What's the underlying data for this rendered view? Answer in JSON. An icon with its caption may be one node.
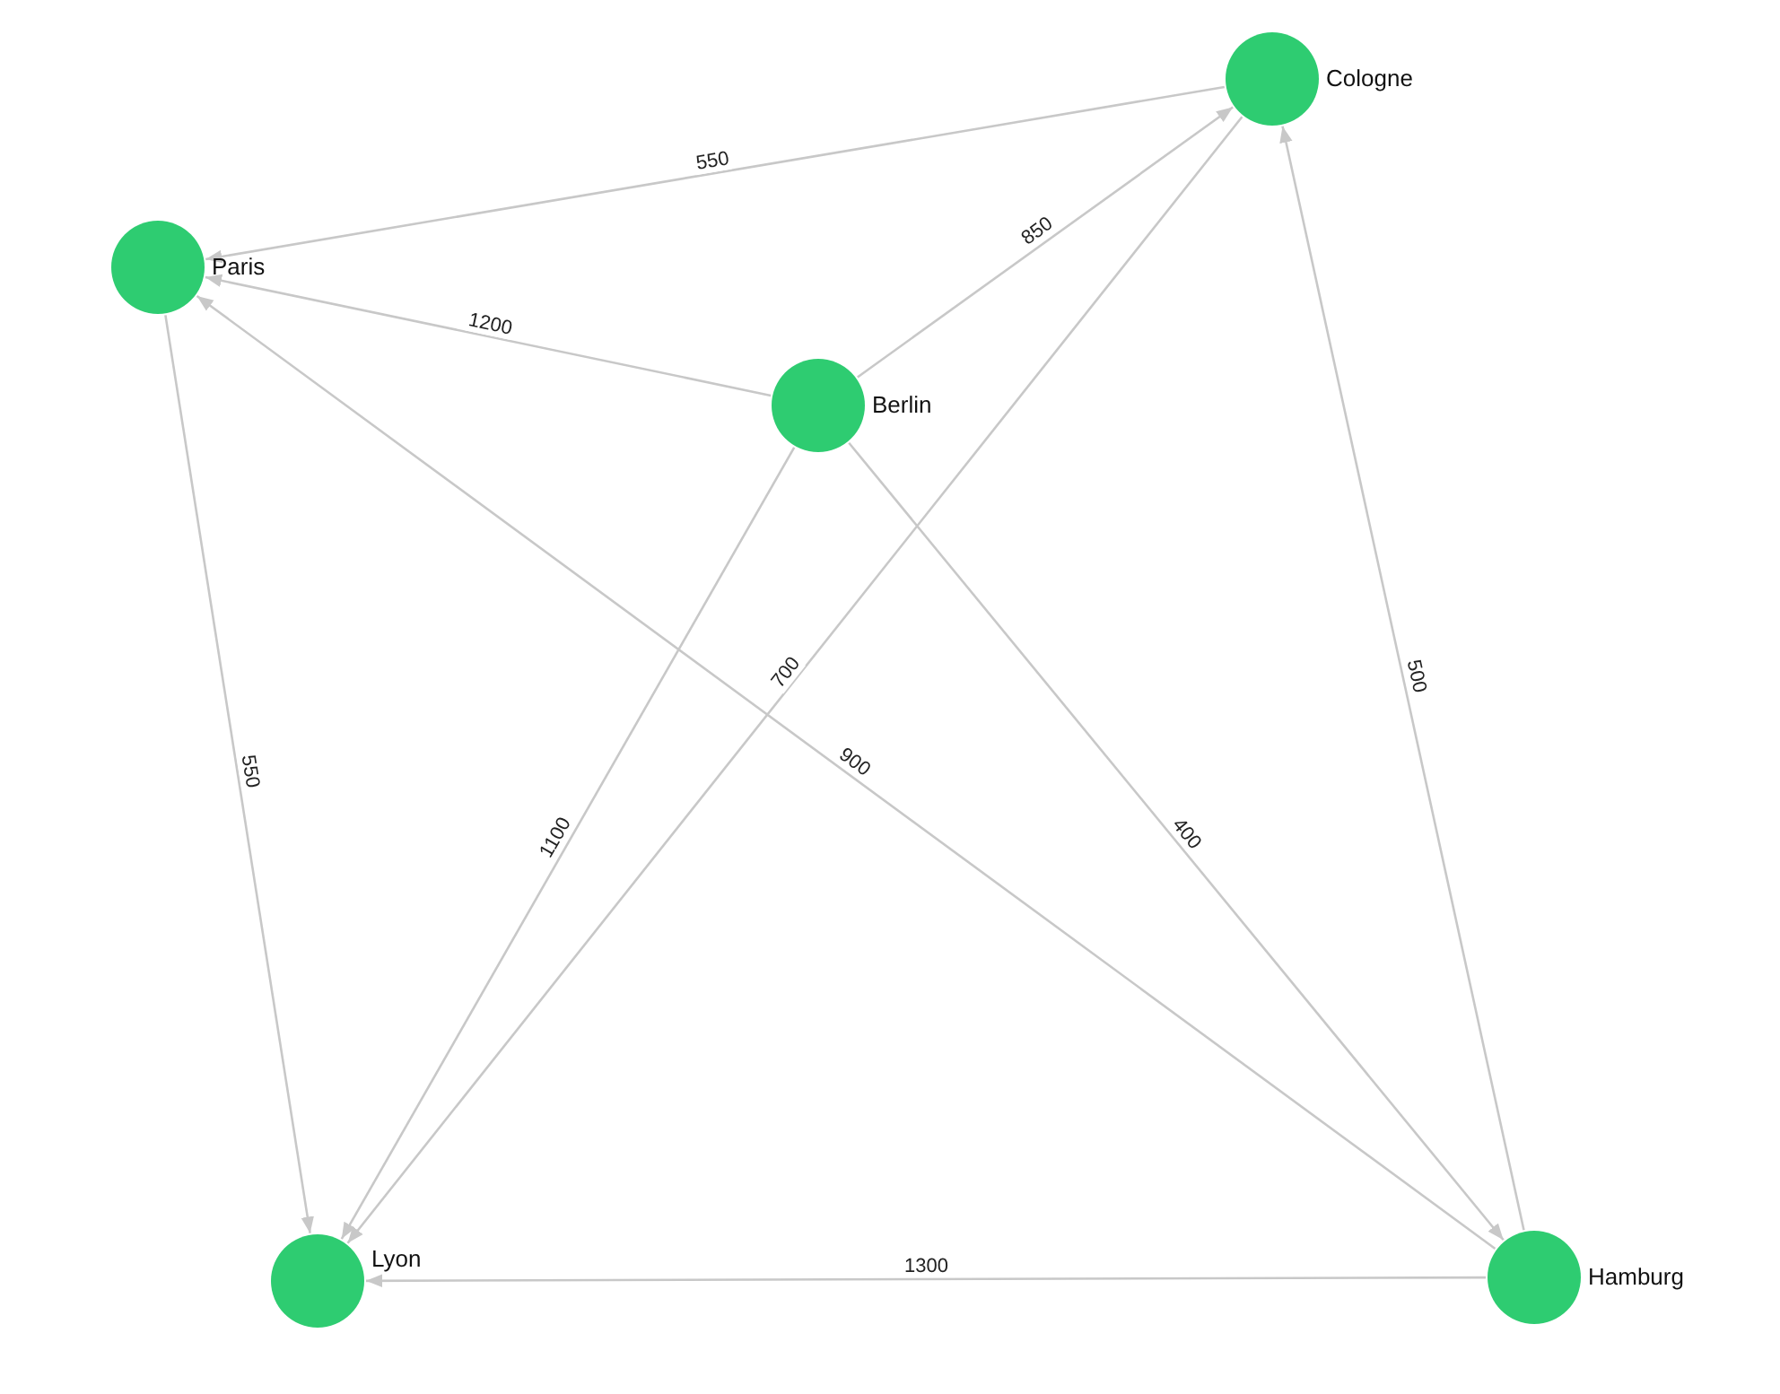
{
  "diagram": {
    "nodes": [
      {
        "text": [
          "Cologne"
        ]
      },
      {
        "text": [
          "Paris"
        ]
      },
      {
        "text": [
          "Berlin"
        ]
      },
      {
        "text": [
          "Lyon"
        ]
      },
      {
        "text": [
          "Hamburg"
        ]
      }
    ],
    "edges": [
      {
        "from": 0,
        "to": 1,
        "arrow": "to",
        "label": "550"
      },
      {
        "from": 2,
        "to": 1,
        "arrow": "to",
        "label": "1200"
      },
      {
        "from": 2,
        "to": 0,
        "arrow": "to",
        "label": "850"
      },
      {
        "from": 1,
        "to": 3,
        "arrow": "to",
        "label": "550"
      },
      {
        "from": 2,
        "to": 3,
        "arrow": "to",
        "label": "1100"
      },
      {
        "from": 0,
        "to": 3,
        "arrow": "to",
        "label": "700"
      },
      {
        "from": 4,
        "to": 1,
        "arrow": "to",
        "label": "900"
      },
      {
        "from": 2,
        "to": 4,
        "arrow": "to",
        "label": "400"
      },
      {
        "from": 4,
        "to": 0,
        "arrow": "to",
        "label": "500"
      },
      {
        "from": 4,
        "to": 3,
        "arrow": "to",
        "label": "1300"
      }
    ]
  }
}
